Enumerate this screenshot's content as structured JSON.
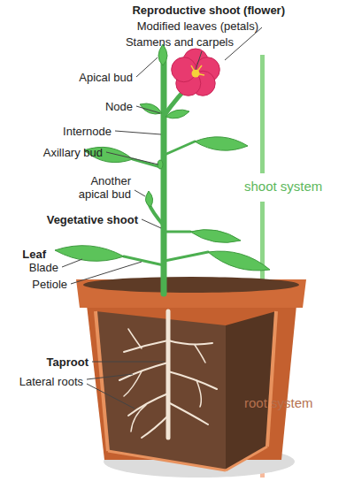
{
  "diagram": {
    "labels": [
      "Reproductive shoot (flower)",
      "Modified leaves (petals)",
      "Stamens and carpels",
      "Apical bud",
      "Node",
      "Internode",
      "Axillary bud",
      "Another apical bud",
      "shoot system",
      "Vegetative shoot",
      "Leaf",
      "Blade",
      "Petiole",
      "Taproot",
      "Lateral roots",
      "root system"
    ]
  }
}
